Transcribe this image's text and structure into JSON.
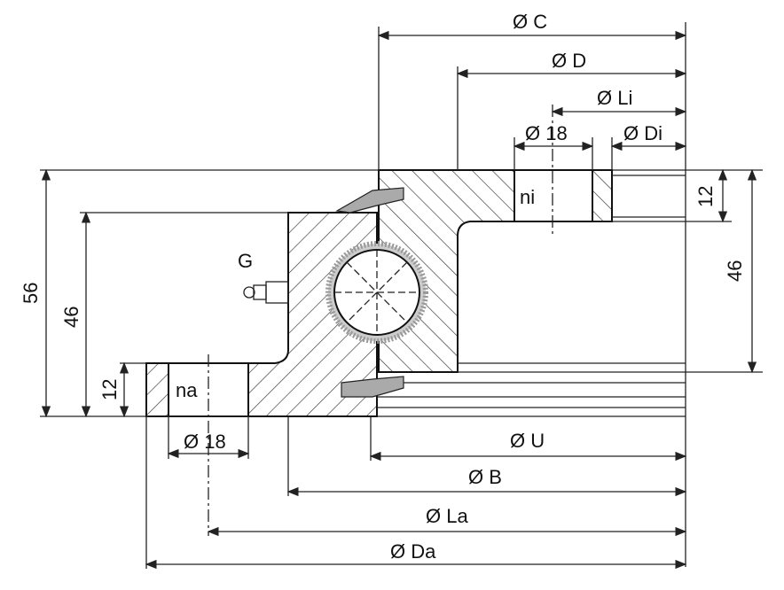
{
  "drawing": {
    "title": "Slewing ring bearing cross-section",
    "dimensions": {
      "dia_C": "Ø C",
      "dia_D": "Ø D",
      "dia_Li": "Ø Li",
      "dia_18_top": "Ø 18",
      "dia_Di": "Ø Di",
      "height_12_right": "12",
      "height_46_right": "46",
      "height_56_left": "56",
      "height_46_left": "46",
      "height_12_left": "12",
      "dia_18_bottom": "Ø 18",
      "dia_U": "Ø U",
      "dia_B": "Ø B",
      "dia_La": "Ø La",
      "dia_Da": "Ø Da"
    },
    "labels": {
      "inner_holes": "ni",
      "outer_holes": "na",
      "grease_nipple": "G"
    }
  }
}
